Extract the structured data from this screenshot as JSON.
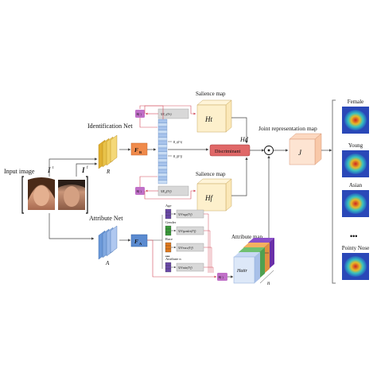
{
  "labels": {
    "input_image": "Input image",
    "identification_net": "Identification Net",
    "attribute_net": "Attribute Net",
    "salience_map_top": "Salience map",
    "salience_map_bottom": "Salience map",
    "joint_representation_map": "Joint representation map",
    "attribute_map": "Attribute map",
    "discriminant": "Discriminant",
    "n_label": "n"
  },
  "symbols": {
    "input_t": "I",
    "input_t_sup": "t",
    "input_f": "I",
    "input_f_sup": "f",
    "R": "R",
    "A": "A",
    "F_R": "F",
    "F_R_sub": "R",
    "F_A": "F",
    "F_A_sub": "A",
    "Ht": "Ht",
    "Hf": "Hf",
    "Hd": "Hd",
    "J": "J",
    "Hattr": "Hattr",
    "H_box_top": "H(·)",
    "H_box_bottom": "H(·)",
    "H_box_attr": "H(·)",
    "grad_top": "∇R_t(I^t)",
    "grad_bottom": "∇R_f(I^f)",
    "R_t": "R_t(I^t)",
    "R_f": "R_f(I^f)",
    "odot": "⊙"
  },
  "attributes": [
    {
      "name": "Age",
      "grad": "∇A^age(I^f)",
      "color": "#6b4aa8"
    },
    {
      "name": "Gender",
      "grad": "∇A^gender(I^f)",
      "color": "#3a9a3a"
    },
    {
      "name": "Race",
      "grad": "∇A^race(I^f)",
      "color": "#e07a1e"
    },
    {
      "name": "Attribute n",
      "grad": "∇A^attr(I^f)",
      "color": "#6b4aa8"
    }
  ],
  "outputs": [
    {
      "label": "Female"
    },
    {
      "label": "Young"
    },
    {
      "label": "Asian"
    },
    {
      "label": "Pointy Nose"
    }
  ],
  "ellipsis": "•••",
  "colors": {
    "arrow": "#444444",
    "red_line": "#d24a5a",
    "orange": "#f08a4b",
    "blue_feature": "#5b8bd0",
    "yellow_stack": "#e8c24a",
    "purple": "#c060c0",
    "discriminant_fill": "#e06868"
  }
}
